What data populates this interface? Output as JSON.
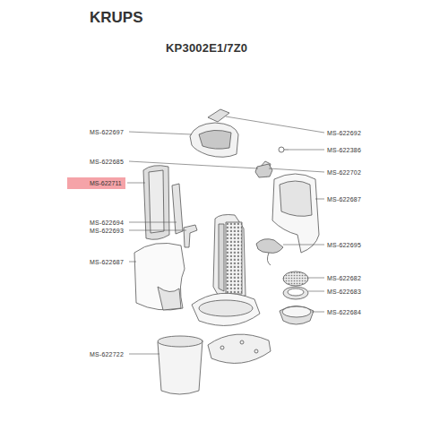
{
  "diagram": {
    "title": "KRUPS",
    "nodes": [
      {
        "text": [
          "MS-622711"
        ]
      }
    ],
    "labels": [
      "KP3002E1/7Z0",
      "MS-622692",
      "MS-622386",
      "MS-622697",
      "MS-622702",
      "MS-622685",
      "MS-622687",
      "MS-622694",
      "MS-622693",
      "MS-622695",
      "MS-622687",
      "MS-622682",
      "MS-622683",
      "MS-622684",
      "MS-622722"
    ]
  }
}
